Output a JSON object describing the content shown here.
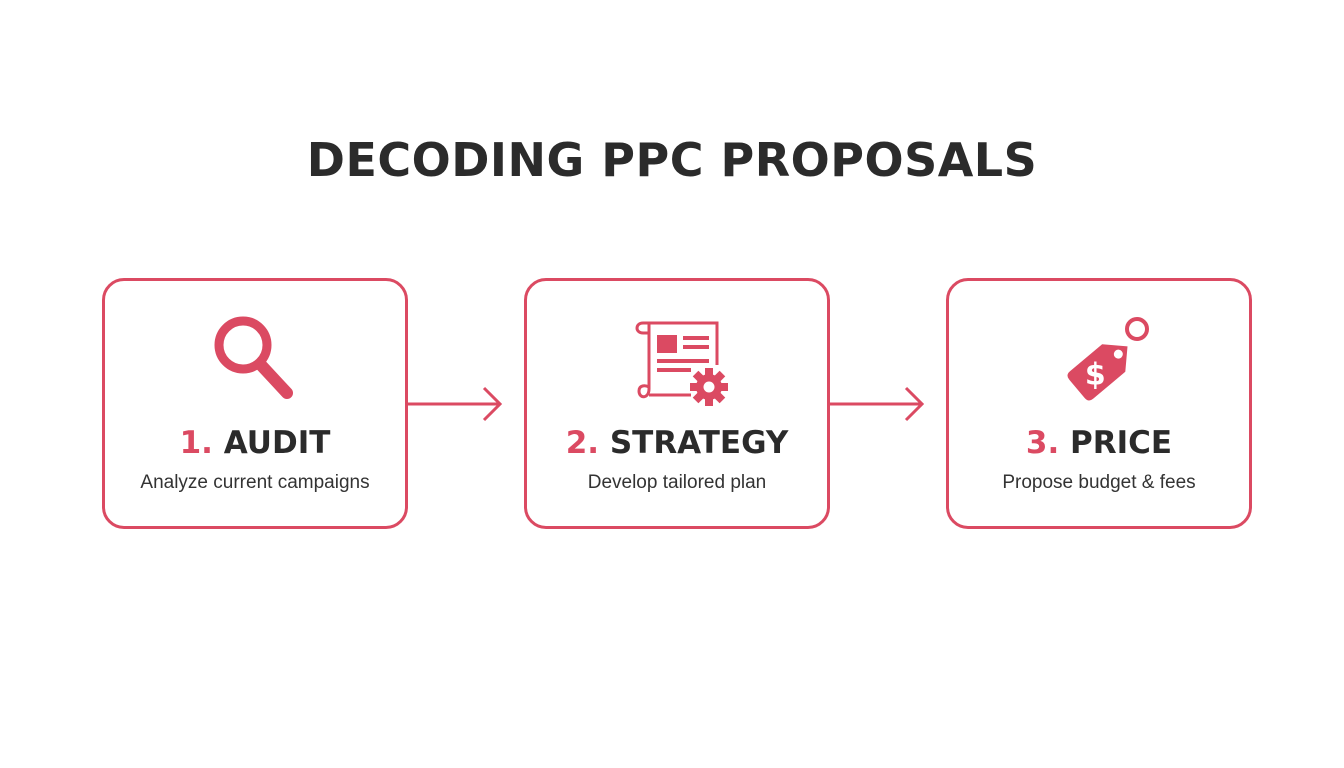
{
  "title": "DECODING PPC PROPOSALS",
  "colors": {
    "accent": "#db4a62",
    "text": "#2b2b2b",
    "background": "#ffffff"
  },
  "steps": [
    {
      "number": "1.",
      "title": "AUDIT",
      "description": "Analyze current campaigns",
      "icon": "magnifying-glass-icon"
    },
    {
      "number": "2.",
      "title": "STRATEGY",
      "description": "Develop tailored plan",
      "icon": "document-gear-icon"
    },
    {
      "number": "3.",
      "title": "PRICE",
      "description": "Propose budget & fees",
      "icon": "price-tag-icon"
    }
  ]
}
